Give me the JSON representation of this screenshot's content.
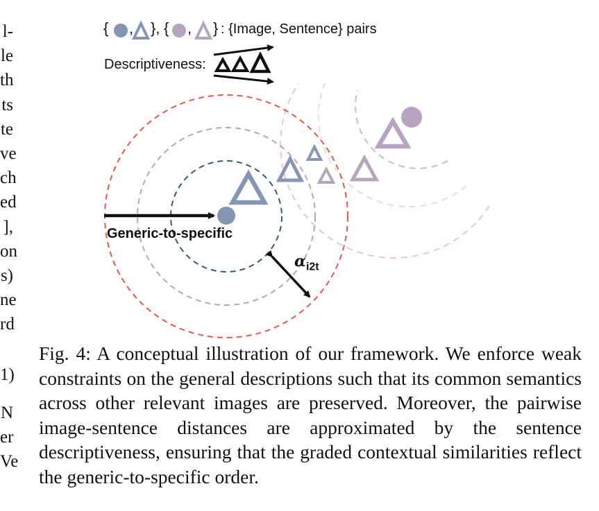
{
  "left_column": {
    "lines": [
      "l-",
      "le",
      "th",
      "ts",
      "te",
      "ve",
      "ch",
      "ed",
      "],",
      "on",
      "s)",
      "ne",
      "rd"
    ],
    "equation_number": "1)",
    "lines_after": [
      "N",
      "er",
      "Ve"
    ]
  },
  "figure": {
    "legend": {
      "open_brace_1": "{",
      "comma_1": ",",
      "close_brace_1": "},",
      "open_brace_2": "{",
      "comma_2": ",",
      "close_brace_2": "}",
      "text": ": {Image, Sentence} pairs"
    },
    "descriptiveness_label": "Descriptiveness:",
    "generic_to_specific_label": "Generic-to-specific",
    "alpha_symbol": "α",
    "alpha_subscript": "i2t",
    "colors": {
      "blue_group": "#8496b4",
      "purple_group": "#b7a4bf",
      "circle_blue_dashed": "#33557f",
      "circle_purple_dashed": "#b9a4b8",
      "circle_red_dashed": "#e8564f",
      "faint_pink_dashed": "#f3bcbc",
      "faint_blue_dashed": "#b8c0d8"
    }
  },
  "caption": {
    "text": "Fig. 4: A conceptual illustration of our framework. We enforce weak constraints on the general descriptions such that its common semantics across other relevant images are preserved. Moreover, the pairwise image-sentence distances are approximated by the sentence descriptiveness, ensuring that the graded contextual similarities reflect the generic-to-specific order."
  }
}
